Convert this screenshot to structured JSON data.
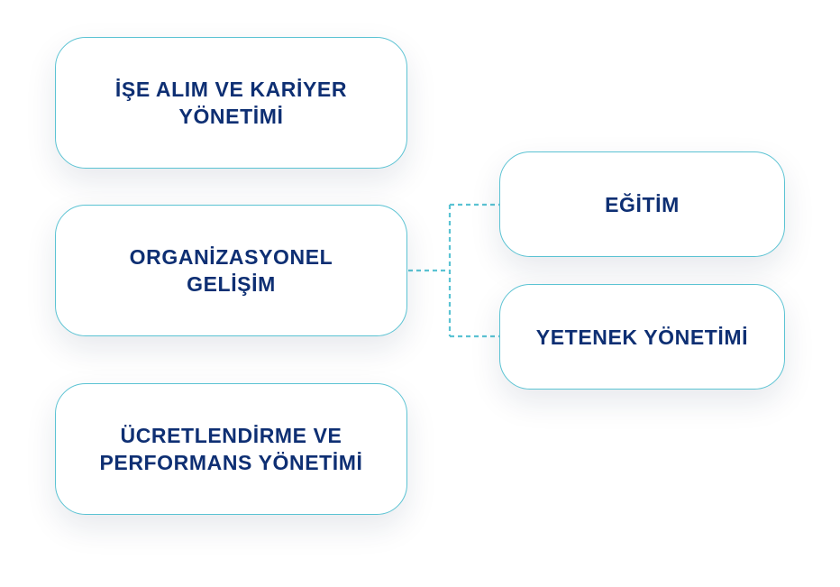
{
  "colors": {
    "border": "#5bc3d3",
    "text": "#0e2f73",
    "connector": "#5bc3d3",
    "background": "#ffffff"
  },
  "left_boxes": [
    {
      "line1": "İŞE ALIM VE KARİYER",
      "line2": "YÖNETİMİ"
    },
    {
      "line1": "ORGANİZASYONEL",
      "line2": "GELİŞİM"
    },
    {
      "line1": "ÜCRETLENDİRME VE",
      "line2": "PERFORMANS YÖNETİMİ"
    }
  ],
  "right_boxes": [
    {
      "label": "EĞİTİM"
    },
    {
      "label": "YETENEK YÖNETİMİ"
    }
  ]
}
